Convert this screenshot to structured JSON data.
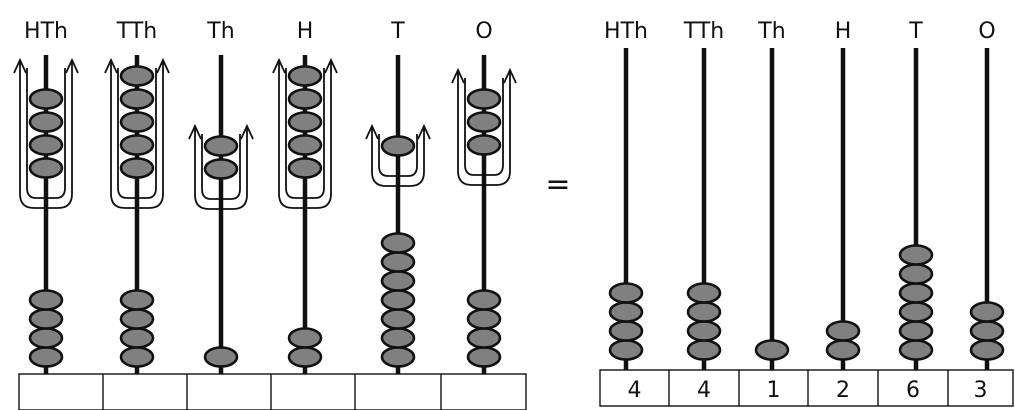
{
  "left_abacus": {
    "place_labels": [
      "HTh",
      "TTh",
      "Th",
      "H",
      "T",
      "O"
    ],
    "lower_bead_counts": [
      4,
      4,
      1,
      2,
      7,
      4
    ],
    "grouped_bead_counts": [
      4,
      5,
      2,
      5,
      1,
      3
    ],
    "table_values": [
      "",
      "",
      "",
      "",
      "",
      ""
    ]
  },
  "equals_sign": "=",
  "right_abacus": {
    "place_labels": [
      "HTh",
      "TTh",
      "Th",
      "H",
      "T",
      "O"
    ],
    "bead_counts": [
      4,
      4,
      1,
      2,
      6,
      3
    ],
    "table_values": [
      "4",
      "4",
      "1",
      "2",
      "6",
      "3"
    ]
  },
  "colors": {
    "bead_fill": "#808080",
    "stroke": "#111111",
    "background": "#ffffff"
  }
}
